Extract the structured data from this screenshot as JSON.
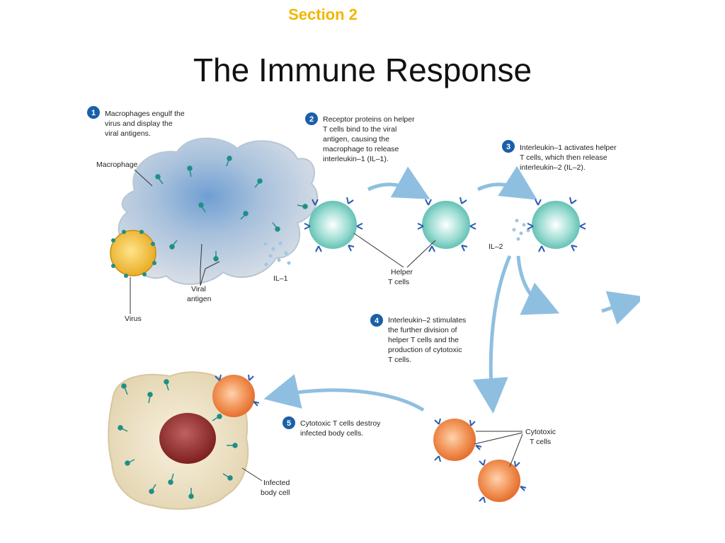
{
  "header": {
    "section": "Section 2",
    "title": "The Immune Response"
  },
  "steps": [
    {
      "number": "1",
      "lines": [
        "Macrophages engulf the",
        "virus and display the",
        "viral antigens."
      ]
    },
    {
      "number": "2",
      "lines": [
        "Receptor proteins on helper",
        "T cells bind to the viral",
        "antigen, causing the",
        "macrophage to release",
        "interleukin–1 (IL–1)."
      ]
    },
    {
      "number": "3",
      "lines": [
        "Interleukin–1 activates helper",
        "T cells, which then release",
        "interleukin–2 (IL–2)."
      ]
    },
    {
      "number": "4",
      "lines": [
        "Interleukin–2 stimulates",
        "the further division of",
        "helper T cells and the",
        "production of cytotoxic",
        "T cells."
      ]
    },
    {
      "number": "5",
      "lines": [
        "Cytotoxic T cells destroy",
        "infected body cells."
      ]
    }
  ],
  "labels": {
    "macrophage": "Macrophage",
    "viral_antigen": [
      "Viral",
      "antigen"
    ],
    "virus": "Virus",
    "il1": "IL–1",
    "il2": "IL–2",
    "helper_t_cells": [
      "Helper",
      "T cells"
    ],
    "cytotoxic_t_cells": [
      "Cytotoxic",
      "T cells"
    ],
    "infected_body_cell": [
      "Infected",
      "body cell"
    ]
  },
  "colors": {
    "section_accent": "#f2b600",
    "badge": "#1a5fa8",
    "arrow": "#8fbfe0",
    "antigen": "#1f8f86",
    "receptor": "#2a5db0",
    "macrophage": "#c7d3df",
    "helper_cell": "#7fcfc4",
    "cytotoxic_cell": "#f08a4b",
    "infected_cell": "#efe3c6",
    "nucleus": "#9b2c2c",
    "virus": "#f2c230"
  }
}
